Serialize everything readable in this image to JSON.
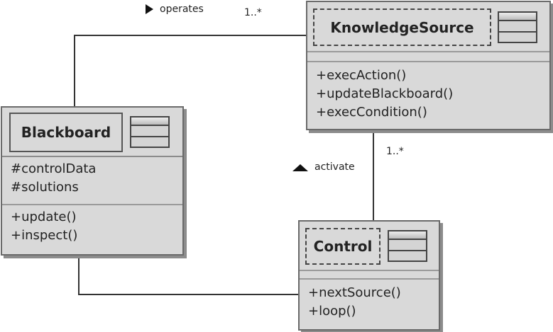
{
  "classes": {
    "knowledge_source": {
      "name": "KnowledgeSource",
      "attributes": [],
      "operations": [
        "+execAction()",
        "+updateBlackboard()",
        "+execCondition()"
      ],
      "name_border": "dashed"
    },
    "blackboard": {
      "name": "Blackboard",
      "attributes": [
        "#controlData",
        "#solutions"
      ],
      "operations": [
        "+update()",
        "+inspect()"
      ],
      "name_border": "solid"
    },
    "control": {
      "name": "Control",
      "attributes": [],
      "operations": [
        "+nextSource()",
        "+loop()"
      ],
      "name_border": "dashed"
    }
  },
  "associations": {
    "operates": {
      "label": "operates",
      "multiplicity": "1..*",
      "direction_icon": "triangle-right-icon"
    },
    "activate": {
      "label": "activate",
      "multiplicity": "1..*",
      "direction_icon": "triangle-up-icon"
    }
  },
  "colors": {
    "class_fill": "#d9d9d9",
    "class_border": "#6a6a6a",
    "line": "#333333"
  }
}
